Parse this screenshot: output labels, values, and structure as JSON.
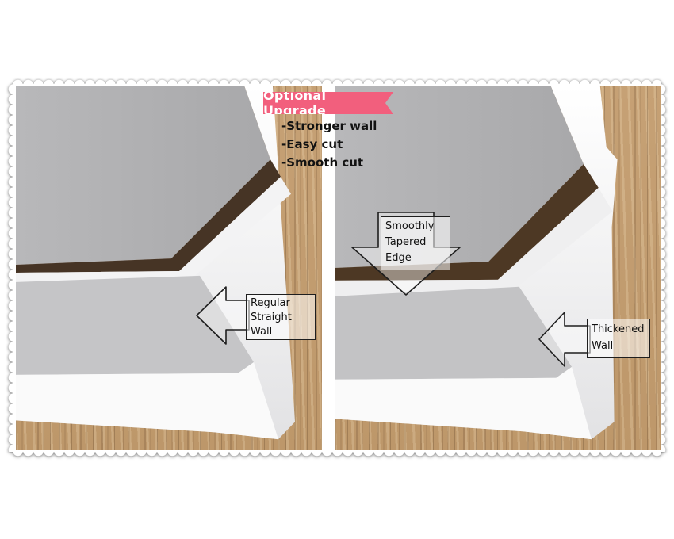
{
  "banner": {
    "label": "Optional Upgrade"
  },
  "features": [
    "-Stronger wall",
    "-Easy cut",
    "-Smooth cut"
  ],
  "labels": {
    "regular": [
      "Regular",
      "Straight",
      "Wall"
    ],
    "tapered": [
      "Smoothly",
      "Tapered",
      "Edge"
    ],
    "thickened": [
      "Thickened",
      "Wall"
    ]
  },
  "colors": {
    "banner": "#f25f7d",
    "wood": "#c6a175",
    "floor": "#b4b4b6",
    "shadow-gap": "#4a3524"
  }
}
